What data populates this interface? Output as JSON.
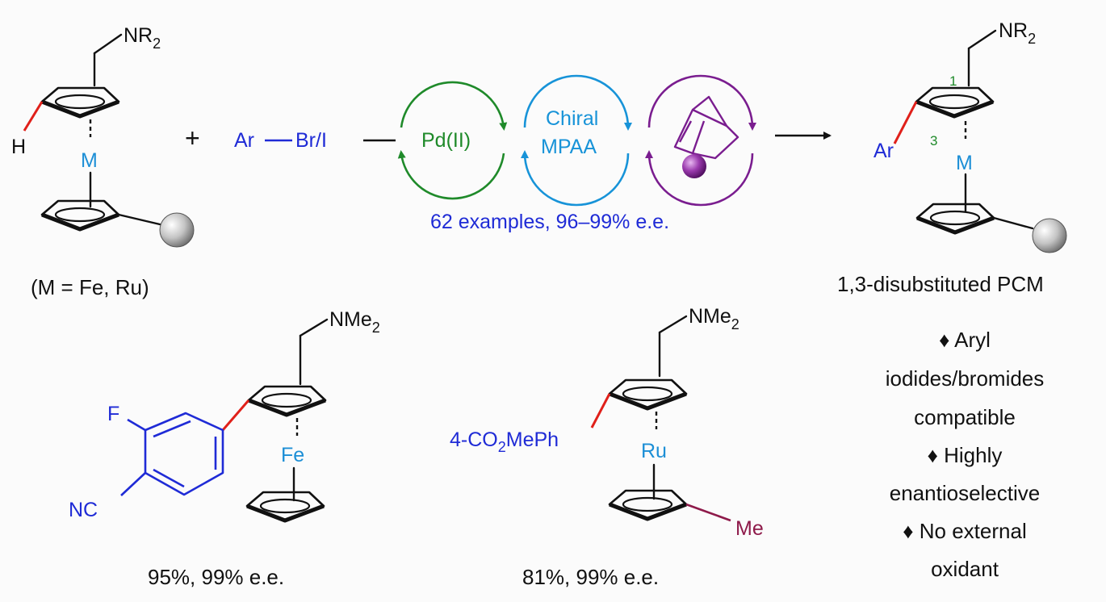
{
  "colors": {
    "text": "#111111",
    "aryl_blue": "#1f2bd6",
    "metal_blue": "#1d8fd6",
    "pd_green": "#1f8a2a",
    "mpaa_cyan": "#1793d8",
    "norbornene_purple": "#7a1d8f",
    "methyl_maroon": "#8e1a4a",
    "new_bond_red": "#e0201a",
    "ball_gray": "#b8b8b8"
  },
  "reactant": {
    "substituent_main": "NR",
    "substituent_sub": "2",
    "h_label": "H",
    "metal": "M",
    "note": "(M = Fe, Ru)"
  },
  "plus": "+",
  "reagent": {
    "ar": "Ar",
    "halide": "Br/I"
  },
  "catalysts": {
    "pd": "Pd(II)",
    "mpaa_line1": "Chiral",
    "mpaa_line2": "MPAA"
  },
  "scope_text": "62 examples, 96–99% e.e.",
  "product": {
    "substituent_main": "NR",
    "substituent_sub": "2",
    "pos1": "1",
    "pos3": "3",
    "ar": "Ar",
    "metal": "M",
    "name": "1,3-disubstituted PCM"
  },
  "example1": {
    "substituent_main": "NMe",
    "substituent_sub": "2",
    "f_label": "F",
    "nc_label": "NC",
    "metal": "Fe",
    "yield": "95%, 99% e.e."
  },
  "example2": {
    "substituent_main": "NMe",
    "substituent_sub": "2",
    "aryl_pre": "4-CO",
    "aryl_sub": "2",
    "aryl_post": "MePh",
    "metal": "Ru",
    "methyl": "Me",
    "yield": "81%, 99% e.e."
  },
  "features": [
    "♦ Aryl",
    "iodides/bromides",
    "compatible",
    "♦ Highly",
    "enantioselective",
    "♦ No external",
    "oxidant"
  ]
}
